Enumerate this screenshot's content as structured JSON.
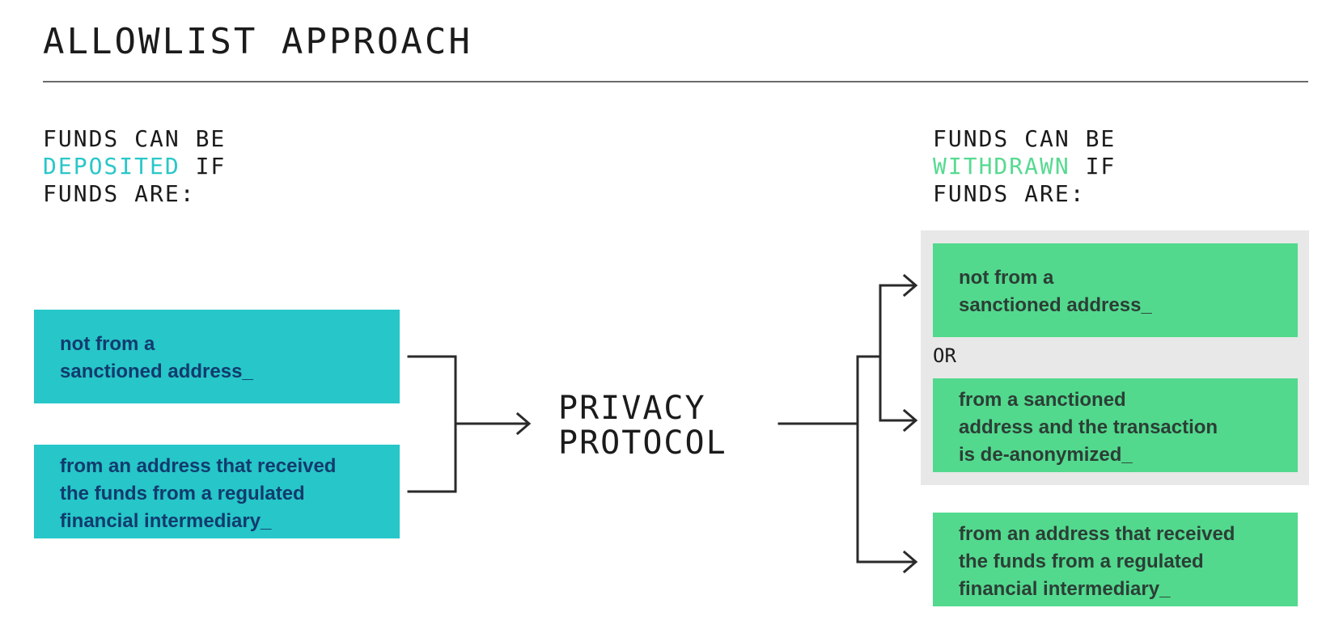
{
  "title": "ALLOWLIST APPROACH",
  "deposit_heading": {
    "line1": "FUNDS CAN BE",
    "highlight": "DEPOSITED",
    "line2_rest": " IF",
    "line3": "FUNDS ARE:"
  },
  "withdraw_heading": {
    "line1": "FUNDS CAN BE",
    "highlight": "WITHDRAWN",
    "line2_rest": " IF",
    "line3": "FUNDS ARE:"
  },
  "deposit_conditions": [
    {
      "lines": [
        "not from a",
        "sanctioned address_"
      ]
    },
    {
      "lines": [
        "from an address that received",
        "the funds from a regulated",
        "financial intermediary_"
      ]
    }
  ],
  "center": {
    "line1": "PRIVACY",
    "line2": "PROTOCOL"
  },
  "withdraw_conditions": [
    {
      "lines": [
        "not from a",
        "sanctioned address_"
      ]
    },
    {
      "lines": [
        "from a sanctioned",
        "address and the transaction",
        "is de-anonymized_"
      ]
    },
    {
      "lines": [
        "from an address that received",
        "the funds from a regulated",
        "financial intermediary_"
      ]
    }
  ],
  "or_label": "OR",
  "colors": {
    "teal_box": "#26c6c9",
    "teal_text": "#123b6d",
    "green_box": "#52d98d",
    "green_text": "#2c3e36",
    "deposited_highlight": "#2ac7c9",
    "withdrawn_highlight": "#57da91",
    "panel_grey": "#e8e8e8"
  }
}
